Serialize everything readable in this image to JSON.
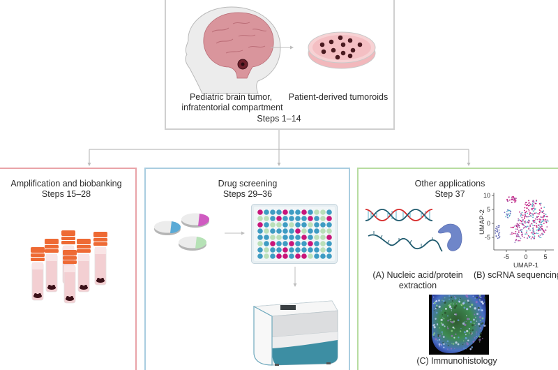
{
  "top": {
    "label_left_line1": "Pediatric brain tumor,",
    "label_left_line2": "infratentorial compartment",
    "label_right": "Patient-derived tumoroids",
    "steps": "Steps 1–14"
  },
  "panels": [
    {
      "title": "Amplification and biobanking",
      "steps": "Steps 15–28",
      "border_color": "#e9a3a8"
    },
    {
      "title": "Drug screening",
      "steps": "Steps 29–36",
      "border_color": "#a9cde0"
    },
    {
      "title": "Other applications",
      "steps": "Step 37",
      "border_color": "#b7dca0"
    }
  ],
  "other_apps": {
    "a_line1": "(A) Nucleic acid/protein",
    "a_line2": "extraction",
    "b_label": "(B) scRNA sequencing",
    "c_label": "(C) Immunohistology",
    "umap": {
      "xlabel": "UMAP-1",
      "ylabel": "UMAP-2",
      "xticks": [
        "-5",
        "0",
        "5"
      ],
      "yticks": [
        "10",
        "5",
        "0",
        "-5"
      ]
    }
  },
  "colors": {
    "connector": "#bdbdbd",
    "brain": "#d9959c",
    "dish": "#f2b8bc",
    "tube_cap": "#ee6a34",
    "well_magenta": "#c8157a",
    "well_blue": "#3e9cc3",
    "well_green": "#b9dfb8",
    "instrument_teal": "#3d8ea3"
  }
}
